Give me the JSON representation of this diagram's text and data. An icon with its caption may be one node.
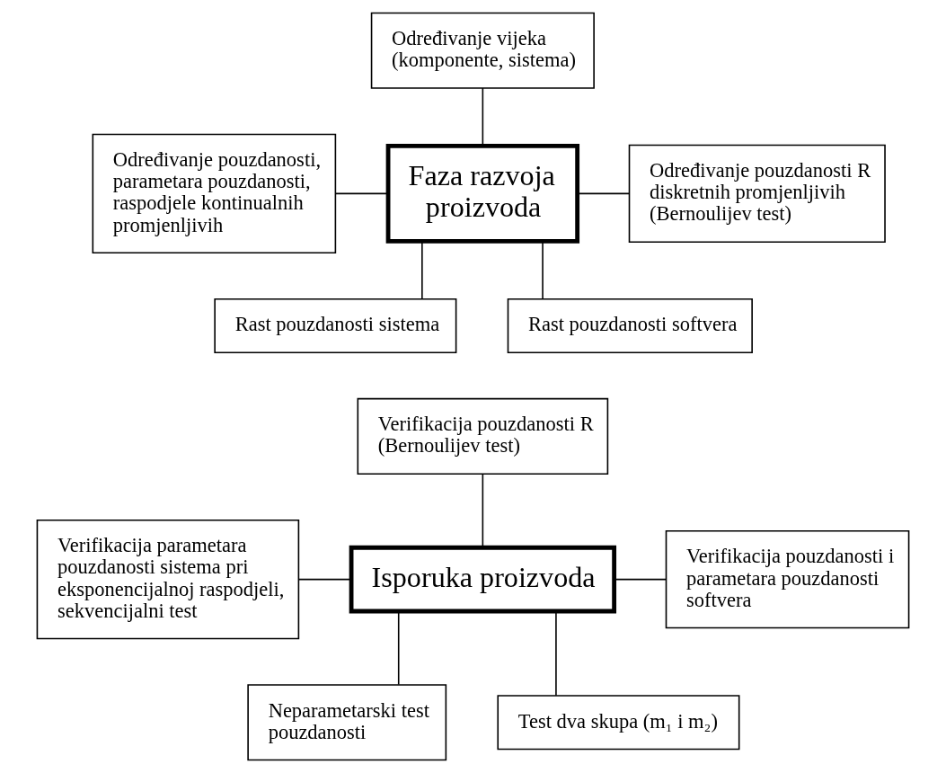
{
  "diagram": {
    "nodes": [
      {
        "text": [
          "Određivanje vijeka (komponente, sistema)"
        ]
      },
      {
        "text": [
          "Određivanje pouzdanosti, parametara pouzdanosti, raspodjele kontinualnih promjenljivih"
        ]
      },
      {
        "text": [
          "Faza razvoja proizvoda"
        ]
      },
      {
        "text": [
          "Određivanje pouzdanosti R diskretnih promjenljivih (Bernoulijev test)"
        ]
      },
      {
        "text": [
          "Rast pouzdanosti sistema"
        ]
      },
      {
        "text": [
          "Rast pouzdanosti softvera"
        ]
      },
      {
        "text": [
          "Verifikacija pouzdanosti R (Bernoulijev test)"
        ]
      },
      {
        "text": [
          "Verifikacija parametara pouzdanosti sistema pri eksponencijalnoj raspodjeli, sekvencijalni test"
        ]
      },
      {
        "text": [
          "Isporuka proizvoda"
        ]
      },
      {
        "text": [
          "Verifikacija pouzdanosti i parametara pouzdanosti softvera"
        ]
      },
      {
        "text": [
          "Neparametarski test pouzdanosti"
        ]
      },
      {
        "text": [
          "Test dva skupa (m₁ i m₂)"
        ]
      }
    ],
    "edges": [
      {
        "from": 0,
        "to": 2,
        "arrow": "none"
      },
      {
        "from": 1,
        "to": 2,
        "arrow": "none"
      },
      {
        "from": 2,
        "to": 3,
        "arrow": "none"
      },
      {
        "from": 2,
        "to": 4,
        "arrow": "none"
      },
      {
        "from": 2,
        "to": 5,
        "arrow": "none"
      },
      {
        "from": 6,
        "to": 8,
        "arrow": "none"
      },
      {
        "from": 7,
        "to": 8,
        "arrow": "none"
      },
      {
        "from": 8,
        "to": 9,
        "arrow": "none"
      },
      {
        "from": 8,
        "to": 10,
        "arrow": "none"
      },
      {
        "from": 8,
        "to": 11,
        "arrow": "none"
      }
    ]
  }
}
